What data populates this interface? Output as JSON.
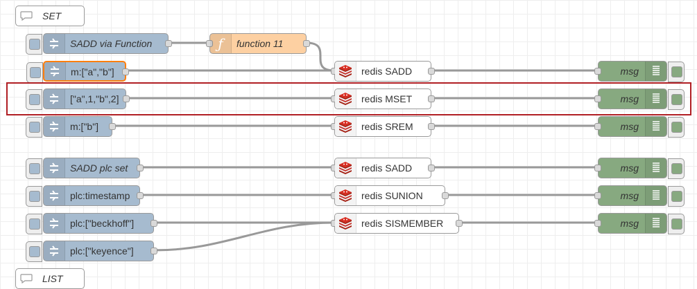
{
  "comments": [
    {
      "id": "set",
      "label": "SET"
    },
    {
      "id": "list",
      "label": "LIST"
    }
  ],
  "inject_nodes": [
    {
      "id": "in1",
      "label": "SADD via Function",
      "italic": true
    },
    {
      "id": "in2",
      "label": "m:[\"a\",\"b\"]",
      "italic": false,
      "selected": true
    },
    {
      "id": "in3",
      "label": "[\"a\",1,\"b\",2]",
      "italic": false
    },
    {
      "id": "in4",
      "label": "m:[\"b\"]",
      "italic": false
    },
    {
      "id": "in5",
      "label": "SADD plc set",
      "italic": true
    },
    {
      "id": "in6",
      "label": "plc:timestamp",
      "italic": false
    },
    {
      "id": "in7",
      "label": "plc:[\"beckhoff\"]",
      "italic": false
    },
    {
      "id": "in8",
      "label": "plc:[\"keyence\"]",
      "italic": false
    }
  ],
  "function_nodes": [
    {
      "id": "fn1",
      "label": "function 11",
      "italic": true
    }
  ],
  "redis_nodes": [
    {
      "id": "r1",
      "label": "redis SADD"
    },
    {
      "id": "r2",
      "label": "redis MSET"
    },
    {
      "id": "r3",
      "label": "redis SREM"
    },
    {
      "id": "r4",
      "label": "redis SADD"
    },
    {
      "id": "r5",
      "label": "redis SUNION"
    },
    {
      "id": "r6",
      "label": "redis SISMEMBER"
    }
  ],
  "debug_nodes": [
    {
      "id": "d1",
      "label": "msg"
    },
    {
      "id": "d2",
      "label": "msg"
    },
    {
      "id": "d3",
      "label": "msg"
    },
    {
      "id": "d4",
      "label": "msg"
    },
    {
      "id": "d5",
      "label": "msg"
    },
    {
      "id": "d6",
      "label": "msg"
    }
  ],
  "colors": {
    "inject": "#a6bbcf",
    "function": "#fdd0a2",
    "debug": "#87a980",
    "redis_icon": "#d82c20",
    "wire": "#999999",
    "highlight": "#b01e23",
    "selected": "#ff7f0e"
  },
  "icons": {
    "inject": "arrow-in-icon",
    "function": "function-icon",
    "redis": "redis-logo-icon",
    "debug": "debug-list-icon",
    "comment": "comment-bubble-icon"
  }
}
